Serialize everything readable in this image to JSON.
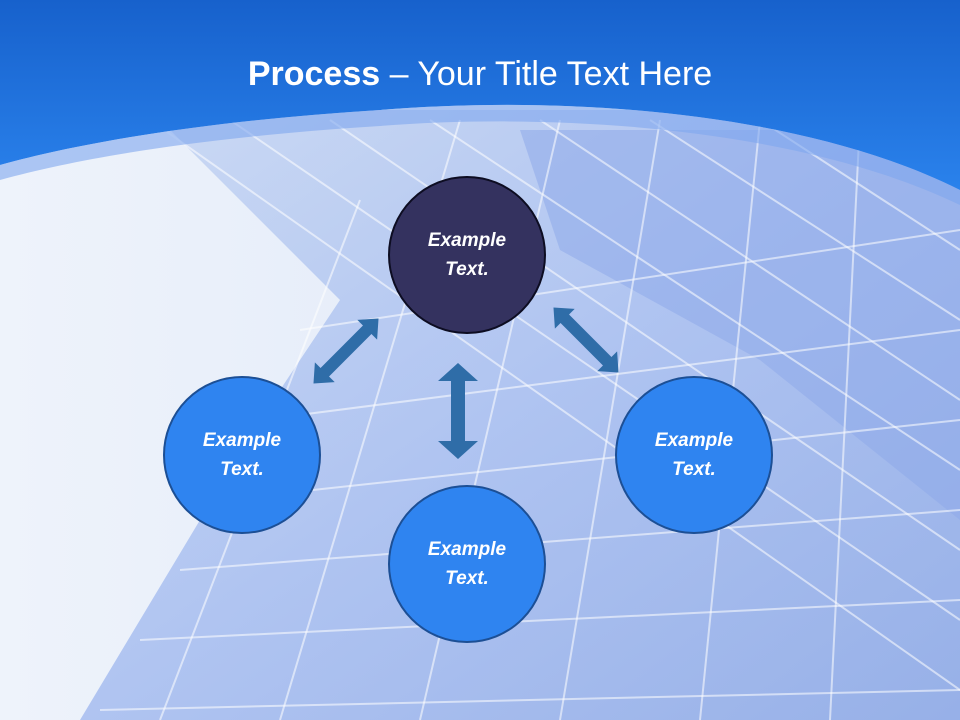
{
  "slide": {
    "title_bold": "Process",
    "title_rest": " – Your Title Text Here"
  },
  "nodes": {
    "top": {
      "line1": "Example",
      "line2": "Text."
    },
    "left": {
      "line1": "Example",
      "line2": "Text."
    },
    "right": {
      "line1": "Example",
      "line2": "Text."
    },
    "bottom": {
      "line1": "Example",
      "line2": "Text."
    }
  },
  "colors": {
    "header_blue": "#1f6fd6",
    "top_node_fill": "#34325f",
    "node_fill": "#2f84f0",
    "arrow_color": "#2f6da8"
  }
}
